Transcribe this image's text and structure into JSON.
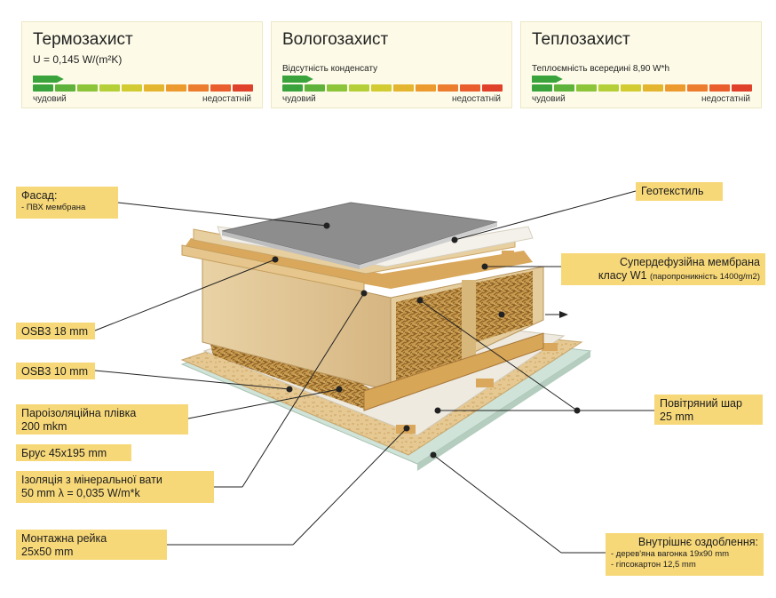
{
  "cards": [
    {
      "title": "Термозахист",
      "subtitle": "U = 0,145 W/(m²K)",
      "good": "чудовий",
      "bad": "недостатній"
    },
    {
      "title": "Вологозахист",
      "subtitle": "Відсутність конденсату",
      "good": "чудовий",
      "bad": "недостатній"
    },
    {
      "title": "Теплозахист",
      "subtitle": "Теплоємність всередині  8,90 W*h",
      "good": "чудовий",
      "bad": "недостатній"
    }
  ],
  "rating_levels": [
    1,
    1,
    1
  ],
  "scale_colors": [
    "#3aa33c",
    "#5fb33a",
    "#8cc43a",
    "#b4cf37",
    "#d2cb32",
    "#e4b52e",
    "#ec9a2e",
    "#ec7c2e",
    "#e95e2c",
    "#e0412a"
  ],
  "callouts": {
    "fasad": {
      "title": "Фасад:",
      "sub": "- ПВХ мембрана"
    },
    "osb18": {
      "title": "OSB3 18 mm"
    },
    "osb10": {
      "title": "OSB3 10 mm"
    },
    "vapor": {
      "line1": "Пароізоляційна плівка",
      "line2": "200 mkm"
    },
    "beam": {
      "title": "Брус 45x195 mm"
    },
    "insul": {
      "line1": "Ізоляція з мінеральної вати",
      "line2": "50 mm λ = 0,035 W/m*k"
    },
    "rail": {
      "line1": "Монтажна рейка",
      "line2": "25x50 mm"
    },
    "geotex": {
      "title": "Геотекстиль"
    },
    "membrane": {
      "line1": "Супердефузійна мембрана",
      "line2": "класу W1",
      "line2sub": "(паропроникність 1400g/m2)"
    },
    "air": {
      "line1": "Повітряний шар",
      "line2": "25 mm"
    },
    "interior": {
      "title": "Внутрішнє оздоблення:",
      "sub1": "- дерев'яна вагонка 19x90 mm",
      "sub2": "- гіпсокартон 12,5 mm"
    }
  }
}
